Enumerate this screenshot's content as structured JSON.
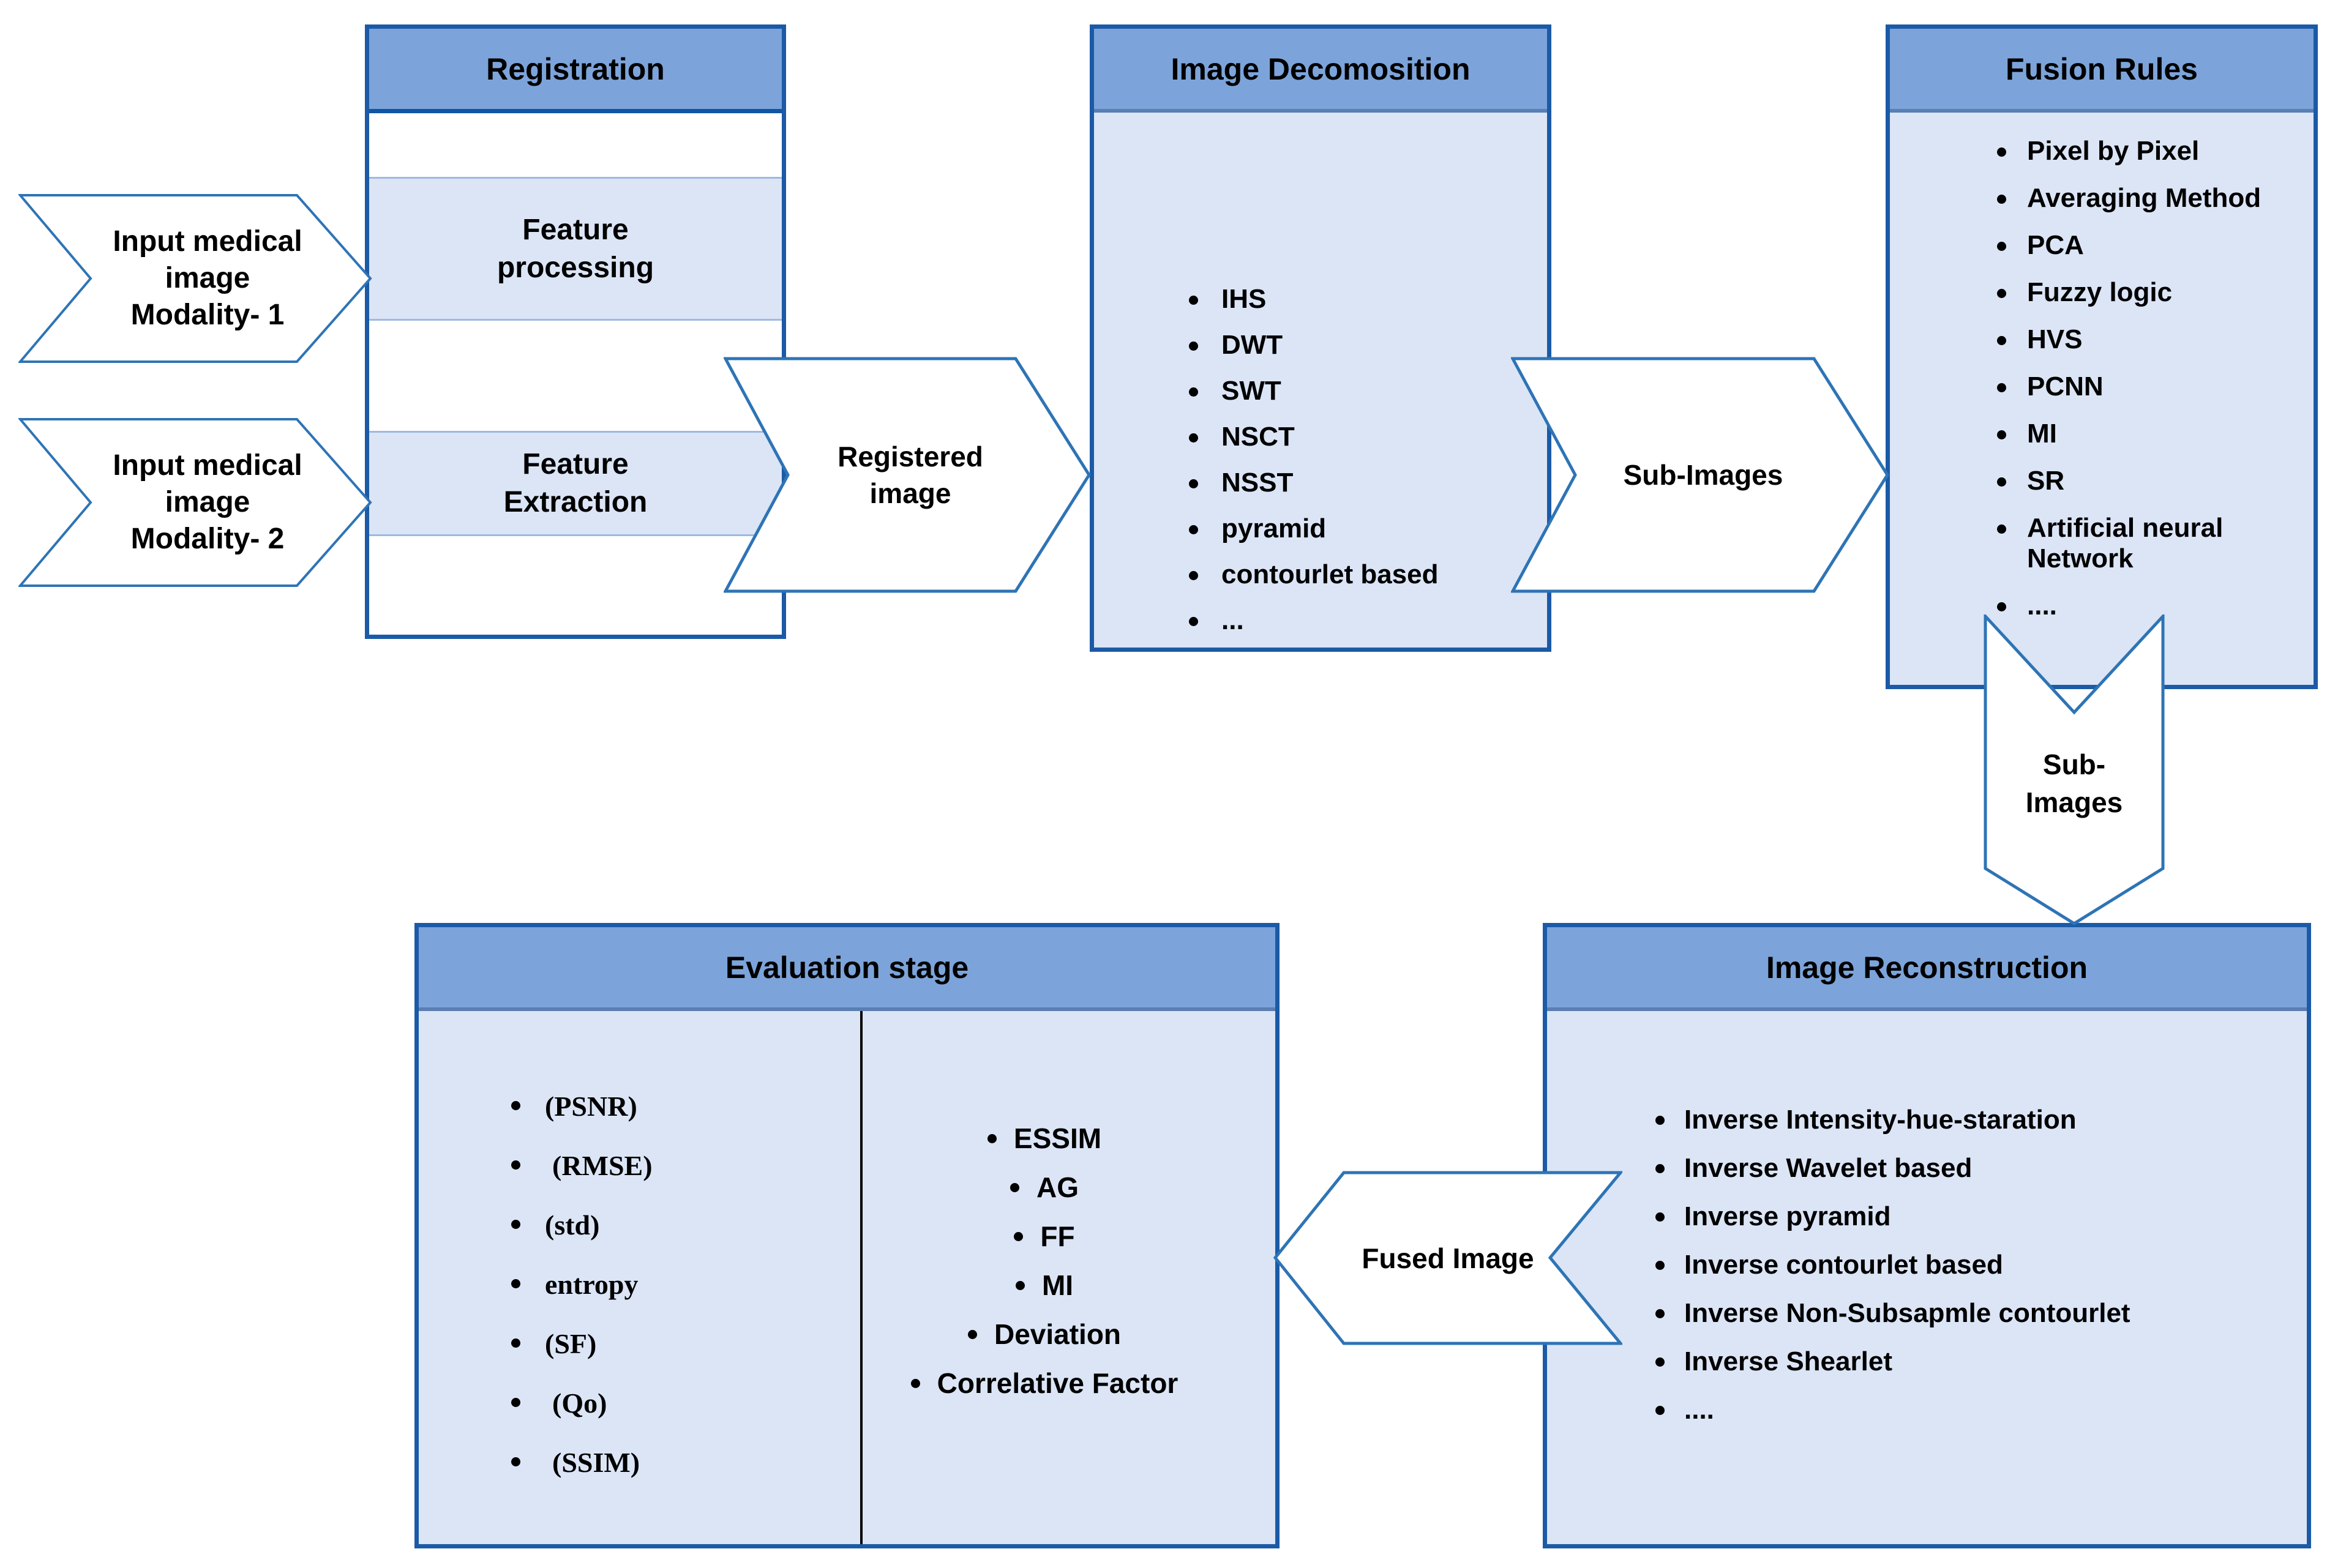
{
  "colors": {
    "box_border": "#1b5aa6",
    "header_fill": "#7ca4da",
    "body_fill": "#dbe5f6",
    "arrow_stroke": "#2e74b5",
    "text": "#000000"
  },
  "arrows": {
    "input1": {
      "line1": "Input medical",
      "line2": "image",
      "line3": "Modality- 1"
    },
    "input2": {
      "line1": "Input medical",
      "line2": "image",
      "line3": "Modality- 2"
    },
    "registered": {
      "line1": "Registered",
      "line2": "image"
    },
    "sub_images": {
      "label": "Sub-Images"
    },
    "sub_images_down": {
      "line1": "Sub-",
      "line2": "Images"
    },
    "fused": {
      "label": "Fused Image"
    }
  },
  "registration": {
    "title": "Registration",
    "band1_line1": "Feature",
    "band1_line2": "processing",
    "band2_line1": "Feature",
    "band2_line2": "Extraction"
  },
  "decomposition": {
    "title": "Image Decomosition",
    "items": [
      "IHS",
      "DWT",
      "SWT",
      "NSCT",
      "NSST",
      "pyramid",
      "contourlet based",
      "..."
    ]
  },
  "fusion_rules": {
    "title": "Fusion Rules",
    "items": [
      "Pixel by Pixel",
      "Averaging Method",
      "PCA",
      "Fuzzy logic",
      "HVS",
      "PCNN",
      "MI",
      "SR",
      "Artificial neural Network",
      "...."
    ]
  },
  "reconstruction": {
    "title": "Image Reconstruction",
    "items": [
      "Inverse Intensity-hue-staration",
      "Inverse Wavelet based",
      "Inverse pyramid",
      "Inverse contourlet based",
      "Inverse Non-Subsapmle contourlet",
      "Inverse Shearlet",
      "...."
    ]
  },
  "evaluation": {
    "title": "Evaluation stage",
    "left_items": [
      "(PSNR)",
      "(RMSE)",
      "(std)",
      "entropy",
      "(SF)",
      "(Qo)",
      "(SSIM)"
    ],
    "right_items": [
      "ESSIM",
      "AG",
      "FF",
      "MI",
      "Deviation",
      "Correlative Factor"
    ]
  }
}
